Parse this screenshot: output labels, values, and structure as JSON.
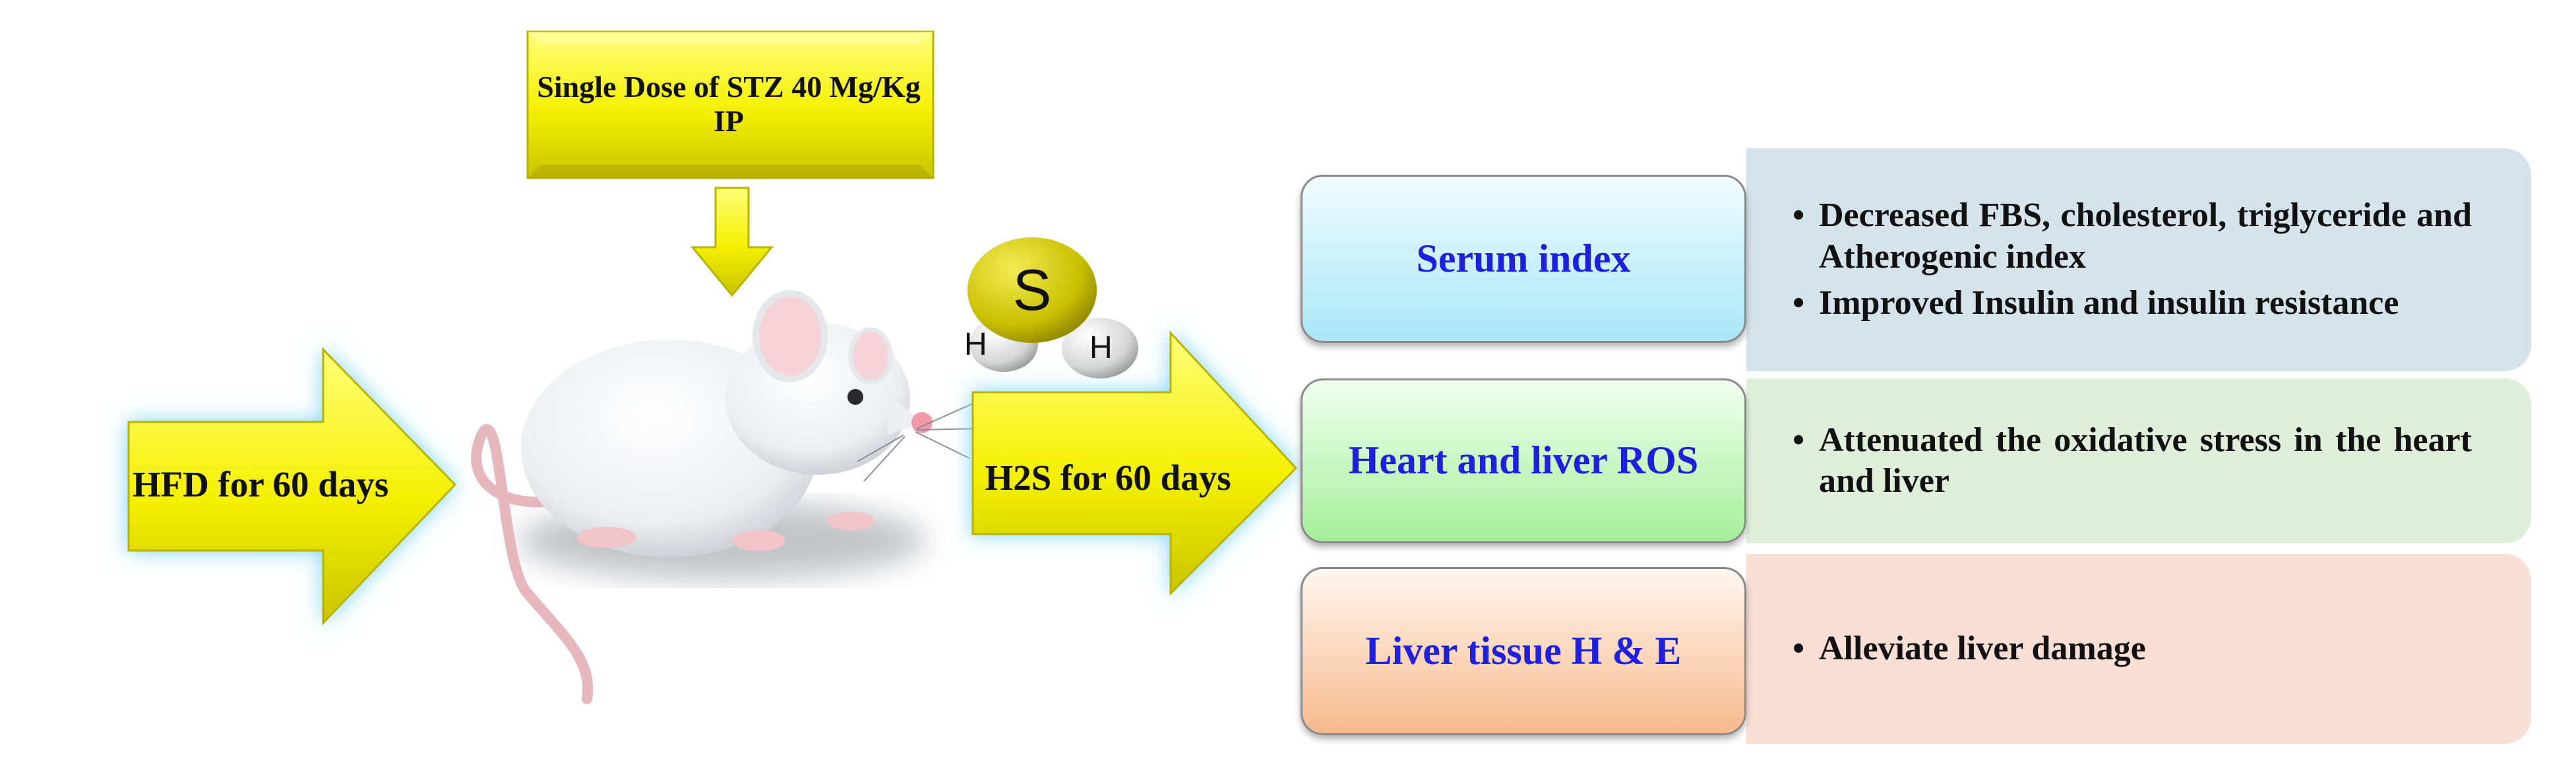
{
  "diagram": {
    "stz_box": "Single Dose of STZ  40 Mg/Kg IP",
    "hfd_arrow": "HFD for 60 days",
    "h2s_arrow": "H2S for 60 days",
    "molecule": {
      "center_atom": "S",
      "left_atom": "H",
      "right_atom": "H"
    },
    "bullet_symbol": "•",
    "outcomes": [
      {
        "category": "Serum index",
        "findings": [
          "Decreased FBS, cholesterol, triglyceride and Atherogenic index",
          "Improved Insulin and insulin resistance"
        ]
      },
      {
        "category": "Heart and liver ROS",
        "findings": [
          "Attenuated the oxidative stress in the heart and liver"
        ]
      },
      {
        "category": "Liver tissue H & E",
        "findings": [
          "Alleviate liver damage"
        ]
      }
    ],
    "colors": {
      "arrow_yellow": "#f4f000",
      "arrow_glow": "#7fd6f2",
      "category_text": "#1f1fe0",
      "serum_fill": "#a9e6f6",
      "ros_fill": "#a5ee9b",
      "tissue_fill": "#f7b98e",
      "serum_panel": "#d5e3eb",
      "ros_panel": "#dfefda",
      "tissue_panel": "#f9dfd5",
      "sulfur": "#c9c000"
    }
  }
}
